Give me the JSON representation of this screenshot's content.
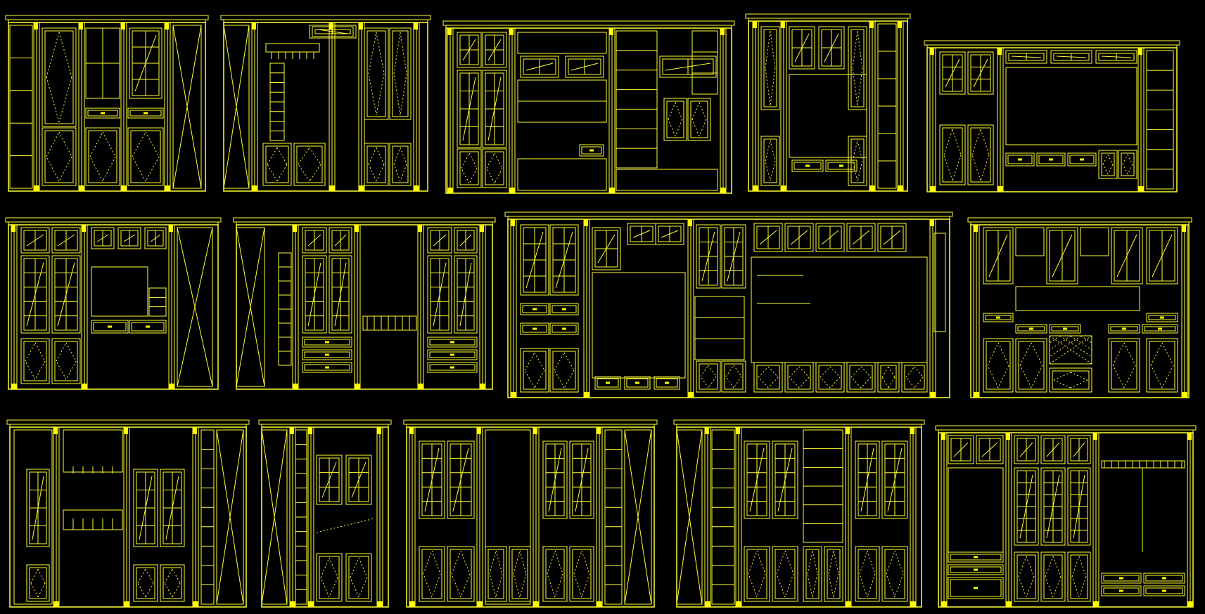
{
  "drawing": {
    "background": "#000000",
    "line_color": "#ffff33",
    "accent_color": "#ffff00",
    "rows": [
      {
        "row": 1,
        "cabinets": [
          {
            "id": "c1",
            "style": "wardrobe-with-wine-rack"
          },
          {
            "id": "c2",
            "style": "bar-with-glass-hangers"
          },
          {
            "id": "c3",
            "style": "kitchen-hutch-with-open-shelves"
          },
          {
            "id": "c4",
            "style": "tv-wall-unit"
          },
          {
            "id": "c5",
            "style": "tv-wall-unit-with-drawers"
          }
        ]
      },
      {
        "row": 2,
        "cabinets": [
          {
            "id": "c6",
            "style": "glass-display-with-tv-niche"
          },
          {
            "id": "c7",
            "style": "twin-glass-display-with-bar"
          },
          {
            "id": "c8",
            "style": "large-wall-unit-with-tv-niche"
          },
          {
            "id": "c9",
            "style": "buffet-with-wine-lattice"
          }
        ]
      },
      {
        "row": 3,
        "cabinets": [
          {
            "id": "c10",
            "style": "bar-cabinet-with-wine-rack"
          },
          {
            "id": "c11",
            "style": "narrow-glass-cabinet"
          },
          {
            "id": "c12",
            "style": "twin-glass-display"
          },
          {
            "id": "c13",
            "style": "twin-glass-display-with-shelves"
          },
          {
            "id": "c14",
            "style": "hutch-with-glass-rack"
          }
        ]
      }
    ]
  }
}
